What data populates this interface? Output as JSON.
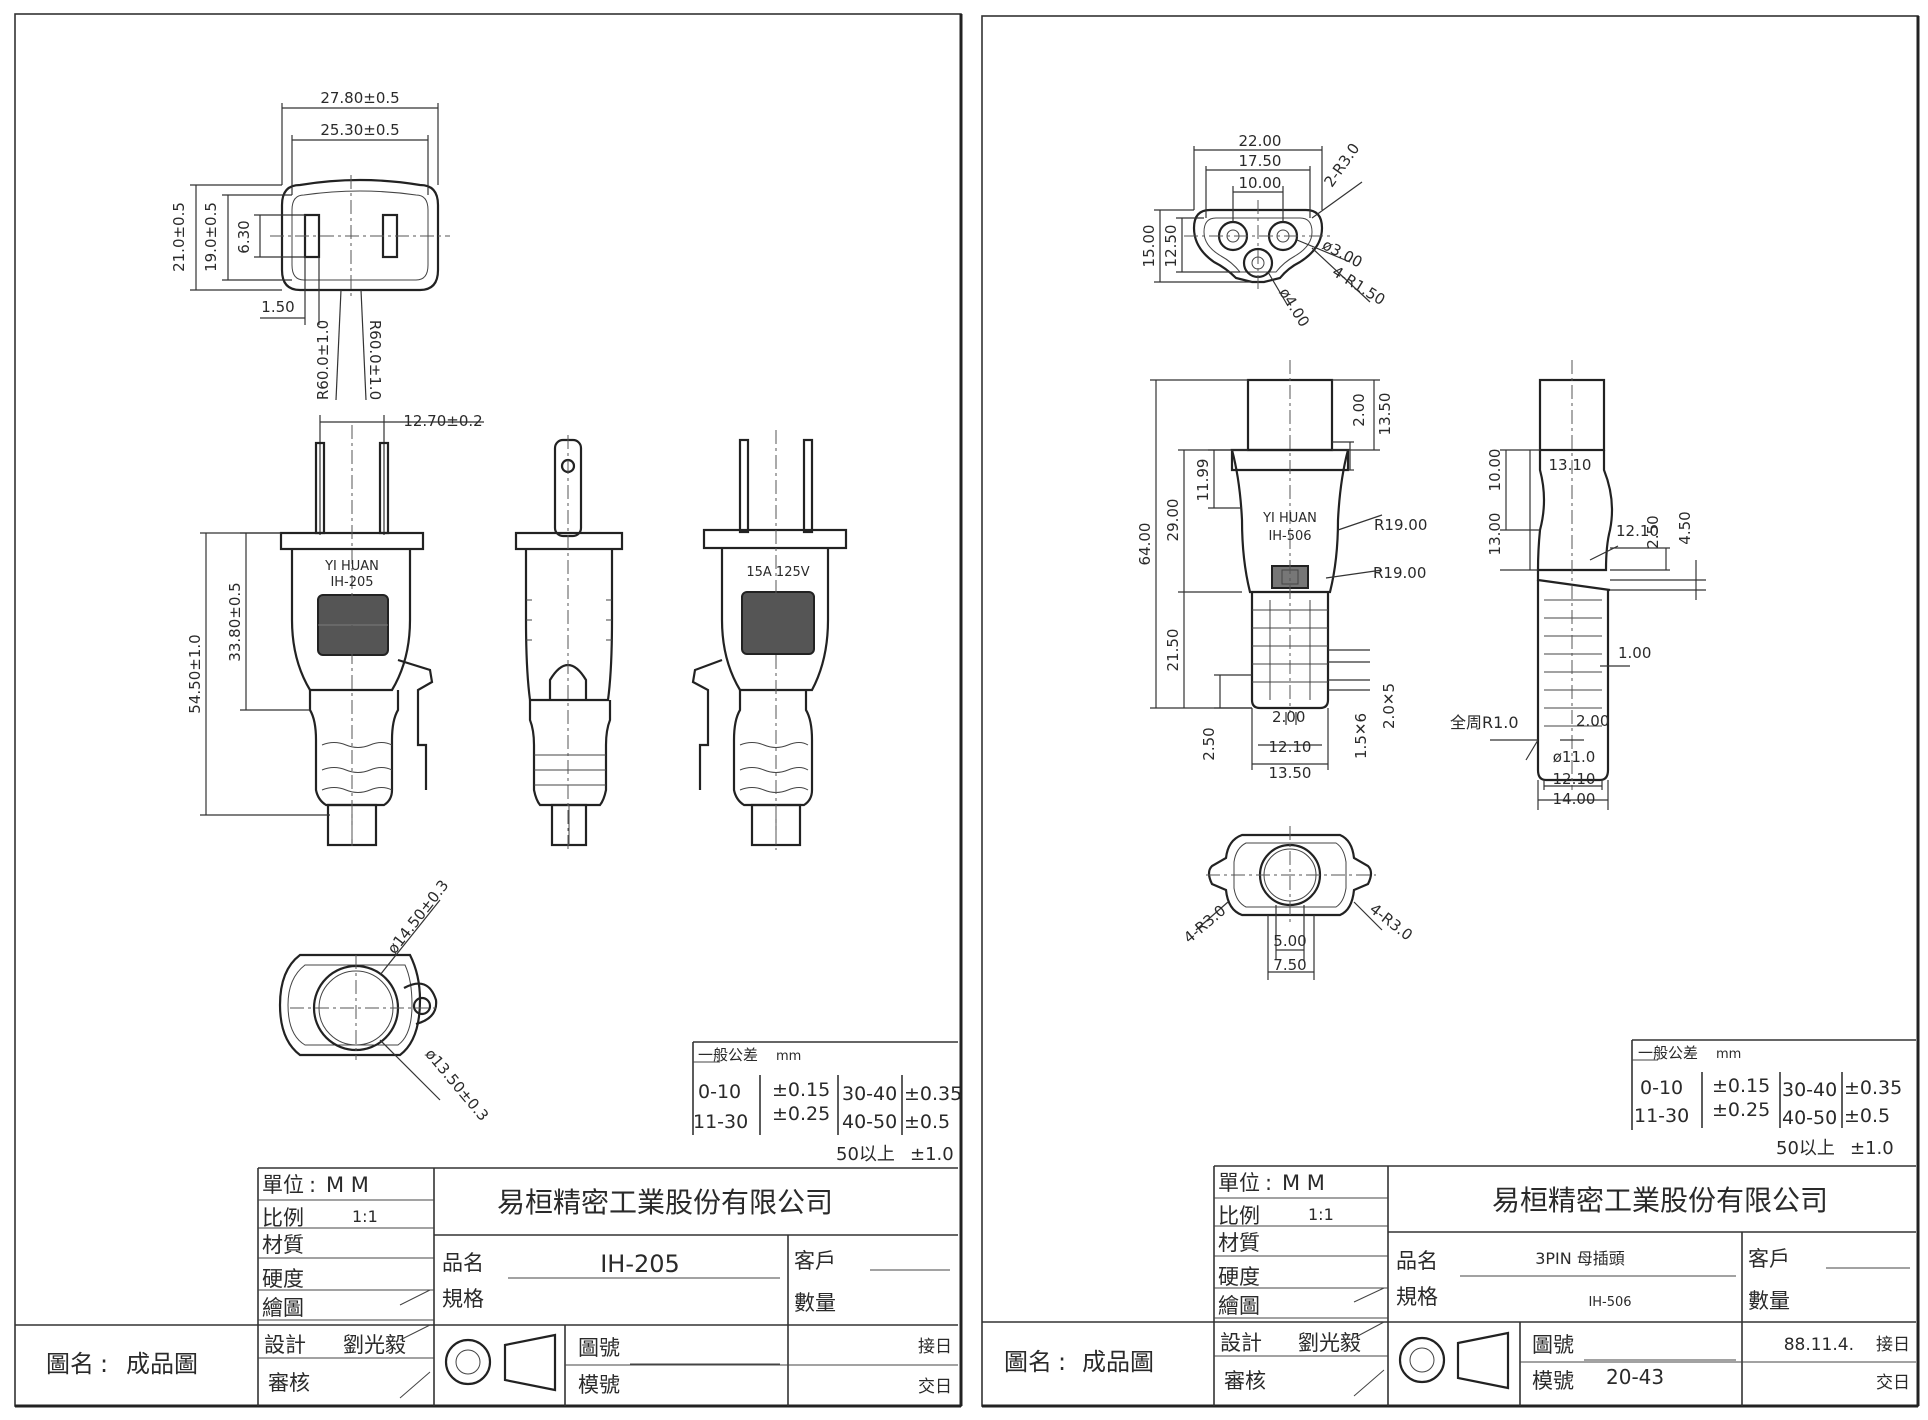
{
  "sheets": [
    {
      "part_dims": {
        "overall_width": "27.80±0.5",
        "inner_width": "25.30±0.5",
        "overall_height": "21.0±0.5",
        "inner_height": "19.0±0.5",
        "blade_height": "6.30",
        "blade_thick": "1.50",
        "radius_a": "R60.0±1.0",
        "radius_b": "R60.0±1.0",
        "blade_pitch": "12.70±0.2",
        "total_length": "54.50±1.0",
        "body_length": "33.80±0.5",
        "dia_outer": "ø14.50±0.3",
        "dia_inner": "ø13.50±0.3"
      },
      "marking": {
        "front_line1": "YI  HUAN",
        "front_line2": "IH-205",
        "rear": "15A  125V"
      },
      "tolerance": {
        "title": "一般公差",
        "unit": "mm",
        "row1_range": "0-10",
        "row1_tol": "±0.15",
        "row2_range": "11-30",
        "row2_tol": "±0.25",
        "col2_row1": "30-40",
        "col2_row1_tol": "±0.35",
        "col2_row2": "40-50",
        "col2_row2_tol": "±0.5",
        "over": "50以上",
        "over_tol": "±1.0"
      },
      "title_block": {
        "unit_label": "單位",
        "unit_value": "M     M",
        "scale_label": "比例",
        "scale_value": "1:1",
        "material_label": "材質",
        "hardness_label": "硬度",
        "drawing_label": "繪圖",
        "design_label": "設計",
        "design_value": "劉光毅",
        "review_label": "審核",
        "company": "易桓精密工業股份有限公司",
        "product_label": "品名",
        "product_value": "IH-205",
        "spec_label": "規格",
        "spec_value": "",
        "customer_label": "客戶",
        "quantity_label": "數量",
        "drawing_no_label": "圖號",
        "mold_label": "模號",
        "mold_value": "",
        "date_value": "",
        "receive_label": "接日",
        "deliver_label": "交日",
        "figure_label": "圖名",
        "figure_value": "成品圖"
      }
    },
    {
      "part_dims": {
        "w_overall": "22.00",
        "w_inner": "17.50",
        "pin_pitch": "10.00",
        "corner_r": "2-R3.0",
        "h_overall": "15.00",
        "h_inner": "12.50",
        "hole_small": "ø3.00",
        "corner_r2": "4-R1.50",
        "hole_large": "ø4.00",
        "len_total": "64.00",
        "len_upper": "29.00",
        "len_lower": "21.50",
        "step_a": "11.99",
        "step_b": "2.00",
        "step_c": "13.50",
        "r_upper": "R19.00",
        "r_lower": "R19.00",
        "base_gap": "2.50",
        "rib_w": "2.00",
        "rib_pitch": "1.5✕6",
        "rib_pitch2": "2.0✕5",
        "base_w1": "12.10",
        "base_w2": "13.50",
        "side_h1": "10.00",
        "side_h2": "13.00",
        "side_step": "12.10",
        "side_g1": "2.50",
        "side_g2": "4.50",
        "side_rib": "1.00",
        "side_r": "全周R1.0",
        "side_rw": "2.00",
        "side_d": "ø11.0",
        "side_w1": "12.10",
        "side_w2": "14.00",
        "end_r_left": "4-R3.0",
        "end_r_right": "4-R3.0",
        "end_w1": "5.00",
        "end_w2": "7.50",
        "side_mark": "13.10"
      },
      "marking": {
        "front_line1": "YI  HUAN",
        "front_line2": "IH-506",
        "rear": ""
      },
      "tolerance": {
        "title": "一般公差",
        "unit": "mm",
        "row1_range": "0-10",
        "row1_tol": "±0.15",
        "row2_range": "11-30",
        "row2_tol": "±0.25",
        "col2_row1": "30-40",
        "col2_row1_tol": "±0.35",
        "col2_row2": "40-50",
        "col2_row2_tol": "±0.5",
        "over": "50以上",
        "over_tol": "±1.0"
      },
      "title_block": {
        "unit_label": "單位",
        "unit_value": "M     M",
        "scale_label": "比例",
        "scale_value": "1:1",
        "material_label": "材質",
        "hardness_label": "硬度",
        "drawing_label": "繪圖",
        "design_label": "設計",
        "design_value": "劉光毅",
        "review_label": "審核",
        "company": "易桓精密工業股份有限公司",
        "product_label": "品名",
        "product_value": "3PIN 母插頭",
        "spec_label": "規格",
        "spec_value": "IH-506",
        "customer_label": "客戶",
        "quantity_label": "數量",
        "drawing_no_label": "圖號",
        "mold_label": "模號",
        "mold_value": "20-43",
        "date_value": "88.11.4.",
        "receive_label": "接日",
        "deliver_label": "交日",
        "figure_label": "圖名",
        "figure_value": "成品圖"
      }
    }
  ]
}
